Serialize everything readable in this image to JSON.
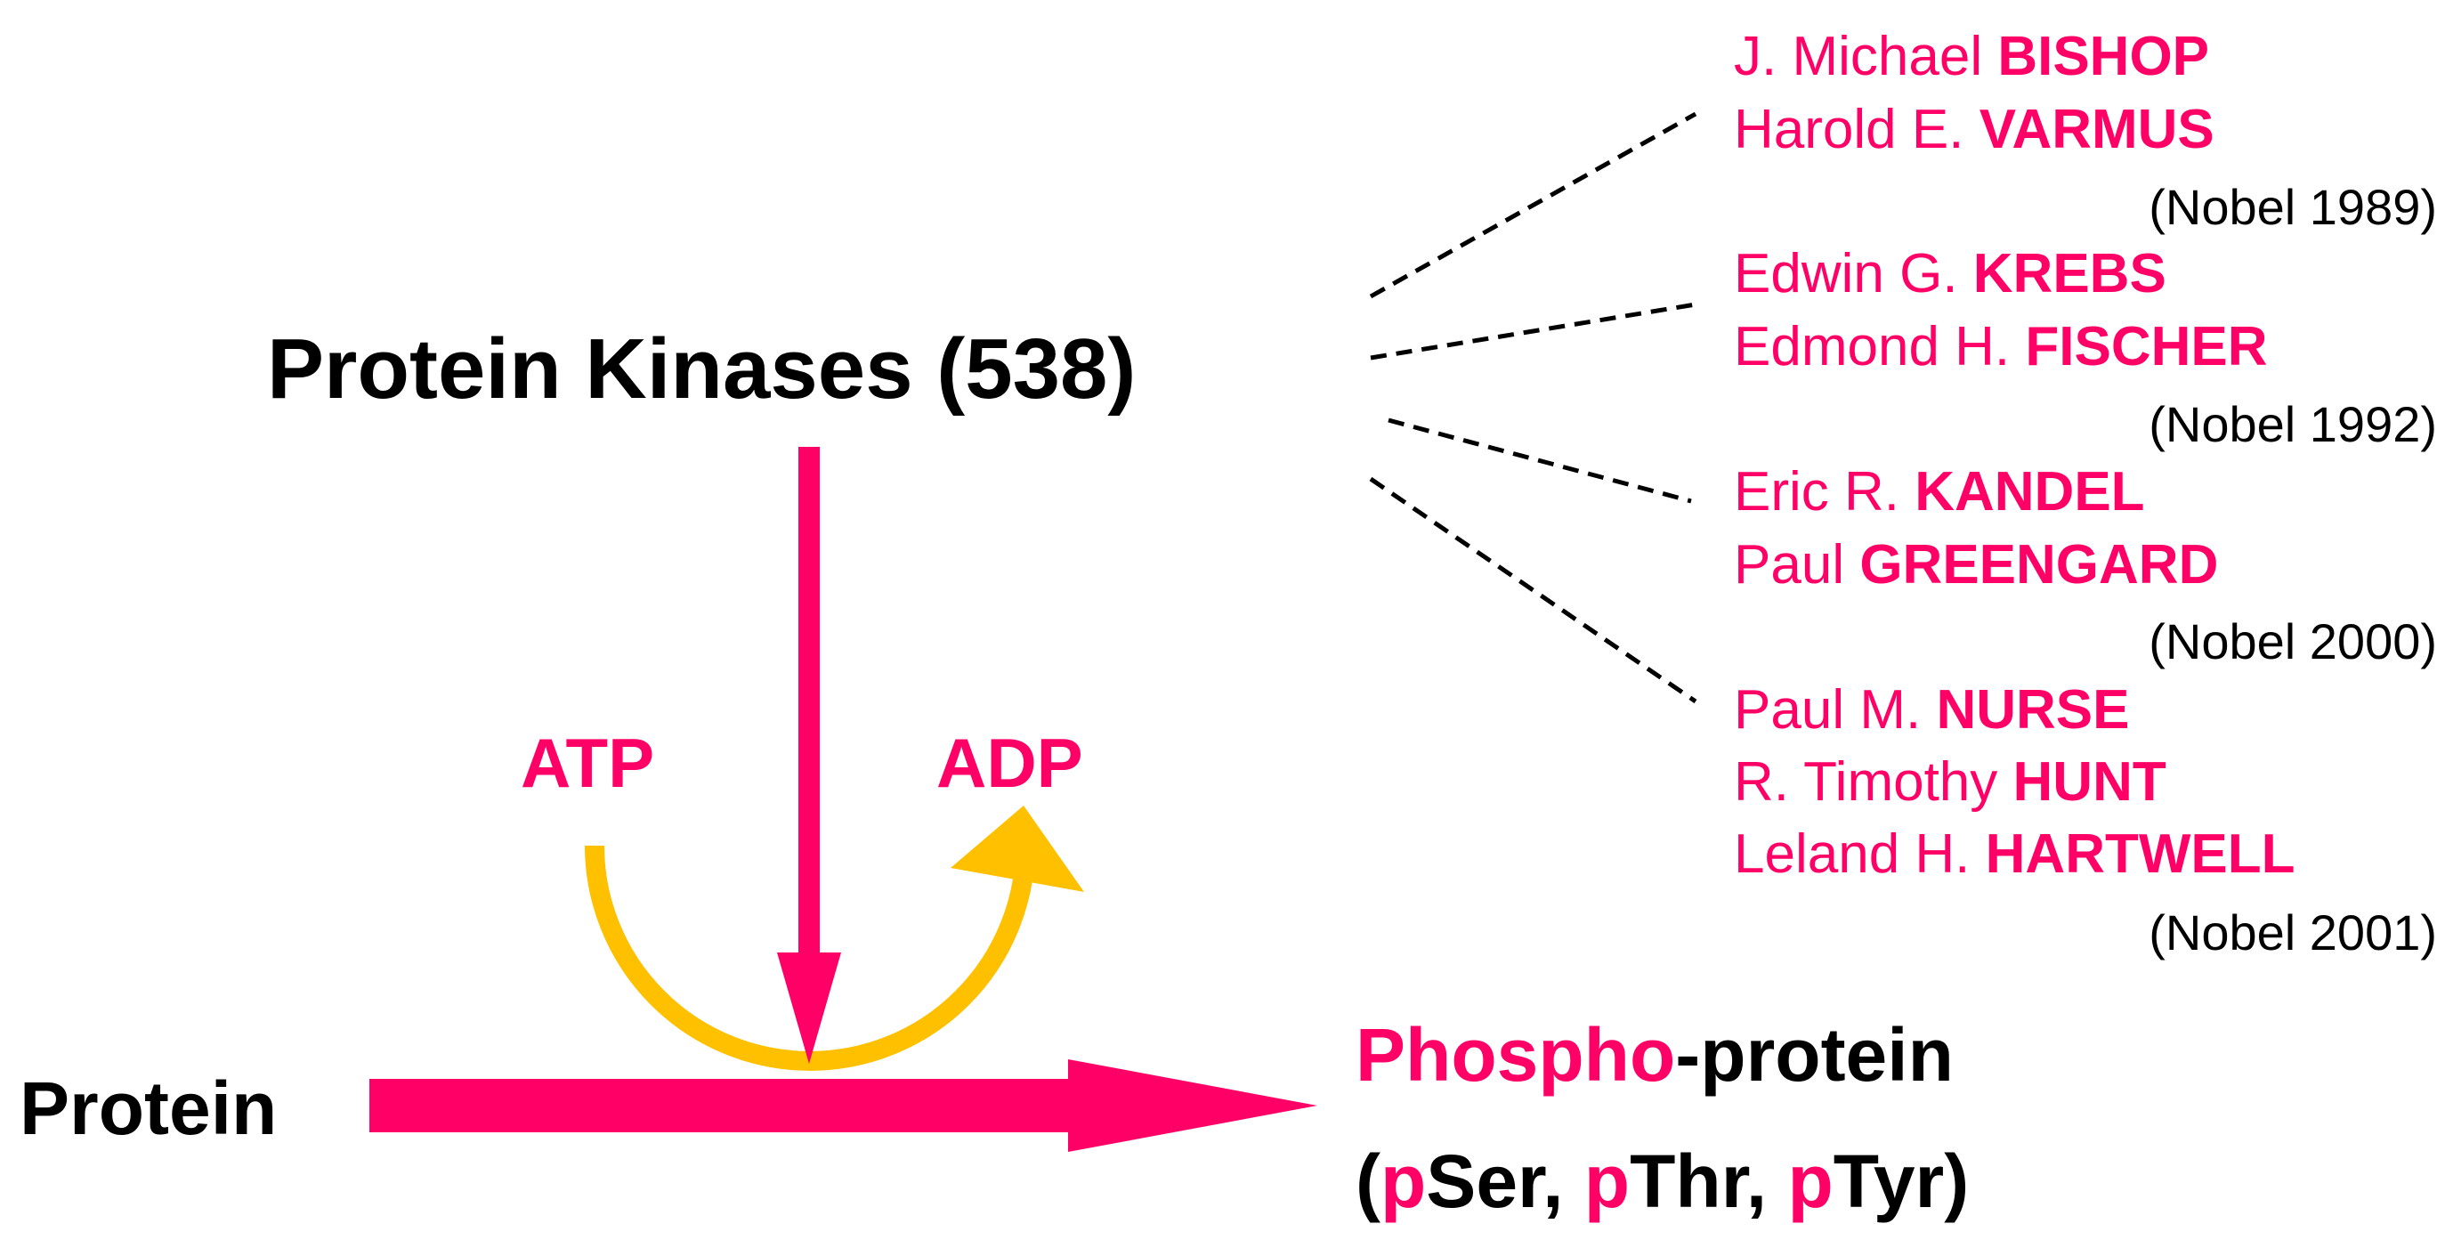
{
  "title": {
    "label": "Protein Kinases (538)"
  },
  "substrate": {
    "label": "Protein"
  },
  "product": {
    "prefix": "Phospho",
    "suffix": "-protein",
    "open": "(",
    "p1": "p",
    "r1": "Ser, ",
    "p2": "p",
    "r2": "Thr, ",
    "p3": "p",
    "r3": "Tyr)"
  },
  "cofactors": {
    "atp": "ATP",
    "adp": "ADP"
  },
  "colors": {
    "accent": "#ff0066",
    "cofactor_arrow": "#ffc000",
    "text": "#000000"
  },
  "laureates": [
    {
      "people": [
        {
          "given": "J. Michael",
          "surname": "BISHOP"
        },
        {
          "given": "Harold E.",
          "surname": "VARMUS"
        }
      ],
      "prize": "(Nobel 1989)"
    },
    {
      "people": [
        {
          "given": "Edwin G.",
          "surname": "KREBS"
        },
        {
          "given": "Edmond H.",
          "surname": "FISCHER"
        }
      ],
      "prize": "(Nobel 1992)"
    },
    {
      "people": [
        {
          "given": "Eric R.",
          "surname": "KANDEL"
        },
        {
          "given": "Paul",
          "surname": "GREENGARD"
        }
      ],
      "prize": "(Nobel 2000)"
    },
    {
      "people": [
        {
          "given": "Paul M.",
          "surname": "NURSE"
        },
        {
          "given": "R. Timothy",
          "surname": "HUNT"
        },
        {
          "given": "Leland H.",
          "surname": "HARTWELL"
        }
      ],
      "prize": "(Nobel 2001)"
    }
  ]
}
